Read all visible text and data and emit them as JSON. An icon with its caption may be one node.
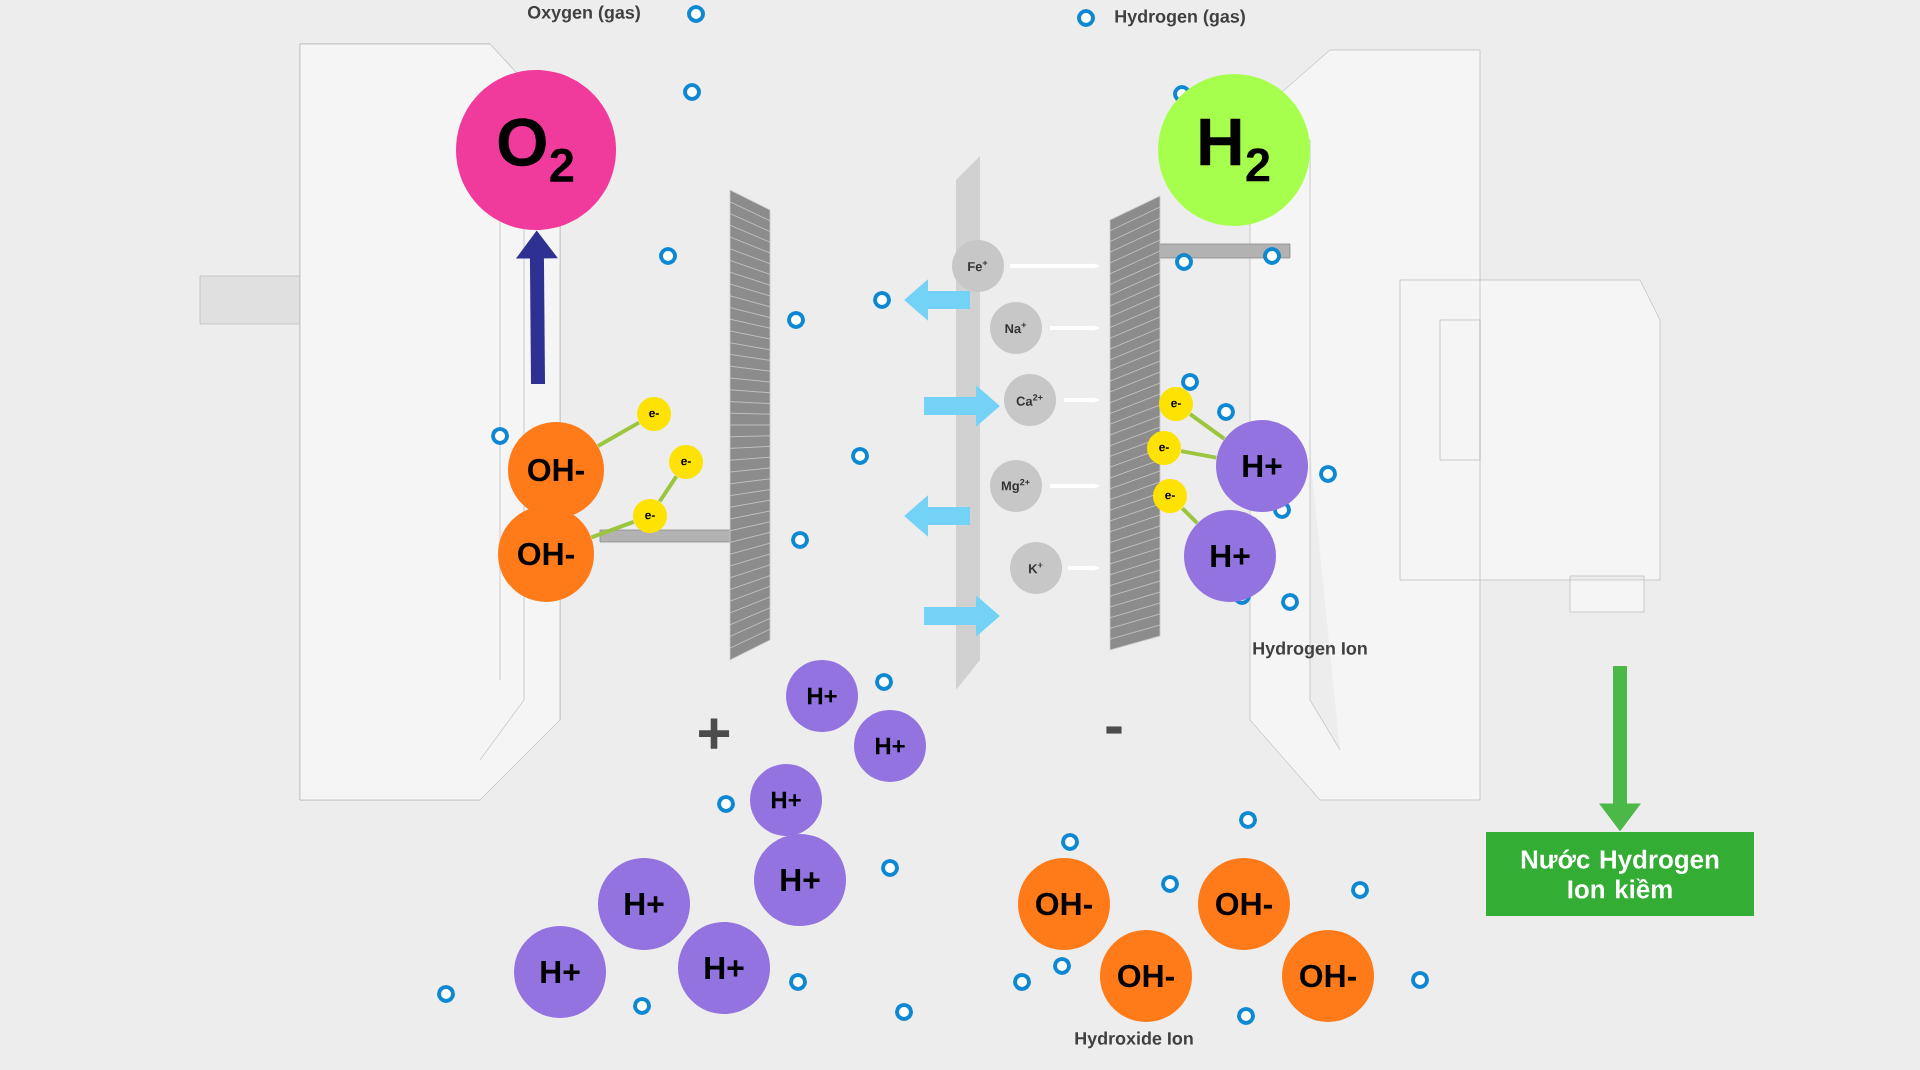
{
  "diagram": {
    "nodes": [
      {
        "text": [
          "O$_{2}$"
        ]
      },
      {
        "text": [
          "H$_{2}$"
        ]
      },
      {
        "text": [
          "e-"
        ]
      },
      {
        "text": [
          "e-"
        ]
      },
      {
        "text": [
          "e-"
        ]
      },
      {
        "text": [
          "OH-"
        ]
      },
      {
        "text": [
          "OH-"
        ]
      },
      {
        "text": [
          "Fe$^{+}$"
        ]
      },
      {
        "text": [
          "Na$^{+}$"
        ]
      },
      {
        "text": [
          "Ca$^{2+}$"
        ]
      },
      {
        "text": [
          "Mg$^{2+}$"
        ]
      },
      {
        "text": [
          "K$^{+}$"
        ]
      },
      {
        "text": [
          "e-"
        ]
      },
      {
        "text": [
          "e-"
        ]
      },
      {
        "text": [
          "e-"
        ]
      },
      {
        "text": [
          "H+"
        ]
      },
      {
        "text": [
          "H+"
        ]
      },
      {
        "text": [
          "H+"
        ]
      },
      {
        "text": [
          "H+"
        ]
      },
      {
        "text": [
          "H+"
        ]
      },
      {
        "text": [
          "H+"
        ]
      },
      {
        "text": [
          "H+"
        ]
      },
      {
        "text": [
          "H+"
        ]
      },
      {
        "text": [
          "H+"
        ]
      },
      {
        "text": [
          "OH-"
        ]
      },
      {
        "text": [
          "OH-"
        ]
      },
      {
        "text": [
          "OH-"
        ]
      },
      {
        "text": [
          "OH-"
        ]
      },
      {
        "text": [
          "Nước Hydrogen Ion kiềm"
        ]
      }
    ],
    "edges": [
      {
        "from": 2,
        "to": 5,
        "arrow": "none"
      },
      {
        "from": 3,
        "to": 4,
        "arrow": "none"
      },
      {
        "from": 4,
        "to": 6,
        "arrow": "none"
      },
      {
        "from": 12,
        "to": 15,
        "arrow": "none"
      },
      {
        "from": 13,
        "to": 15,
        "arrow": "none"
      },
      {
        "from": 14,
        "to": 16,
        "arrow": "none"
      },
      {
        "from": null,
        "to": 0,
        "arrow": "to",
        "style": "thick",
        "color": "#2e3192"
      },
      {
        "from": null,
        "to": 28,
        "arrow": "to",
        "style": "thick",
        "color": "#4cb848"
      }
    ],
    "labels": [
      "Oxygen (gas)",
      "Hydrogen (gas)",
      "Hydrogen Ion",
      "+",
      "-",
      "Hydroxide Ion"
    ]
  }
}
